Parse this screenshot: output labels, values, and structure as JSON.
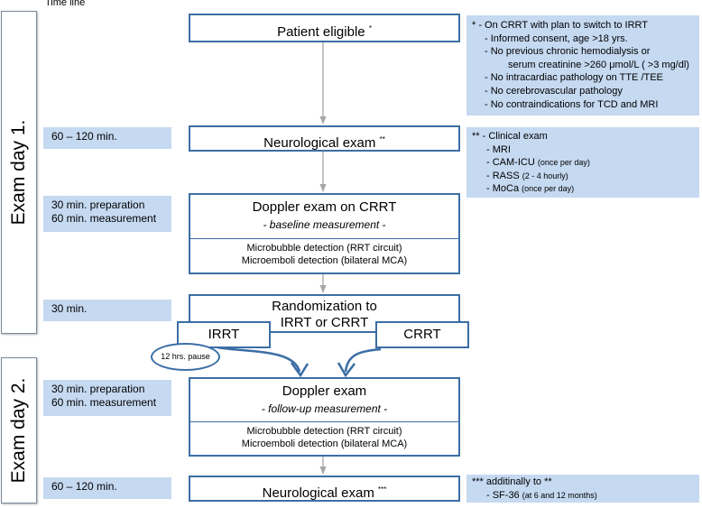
{
  "timeline_title": "Time line",
  "day_labels": {
    "day1": "Exam day 1.",
    "day2": "Exam day 2."
  },
  "time_boxes": {
    "neuro1": "60 – 120 min.",
    "doppler1_prep": "30 min. preparation",
    "doppler1_meas": "60 min. measurement",
    "randomization": "30 min.",
    "doppler2_prep": "30 min. preparation",
    "doppler2_meas": "60 min. measurement",
    "neuro2": "60 – 120 min."
  },
  "nodes": {
    "patient_eligible": {
      "title": "Patient eligible",
      "mark": "*"
    },
    "neuro_exam_1": {
      "title": "Neurological exam",
      "mark": "**"
    },
    "doppler_crrt": {
      "title": "Doppler exam on CRRT",
      "subtitle": "- baseline measurement -",
      "detail_1": "Microbubble detection (RRT circuit)",
      "detail_2": "Microemboli detection (bilateral MCA)"
    },
    "randomization": {
      "line_1": "Randomization to",
      "line_2": "IRRT or CRRT"
    },
    "irrt": "IRRT",
    "crrt": "CRRT",
    "pause": "12 hrs. pause",
    "doppler_followup": {
      "title": "Doppler exam",
      "subtitle": "- follow-up measurement -",
      "detail_1": "Microbubble detection (RRT circuit)",
      "detail_2": "Microemboli detection (bilateral MCA)"
    },
    "neuro_exam_2": {
      "title": "Neurological exam",
      "mark": "***"
    }
  },
  "notes": {
    "eligibility": [
      "*  - On CRRT with plan to switch to IRRT",
      "- Informed consent, age >18 yrs.",
      "- No previous chronic hemodialysis or",
      "serum creatinine >260 μmol/L ( >3  mg/dl)",
      "- No intracardiac pathology on TTE /TEE",
      "- No cerebrovascular pathology",
      "- No contraindications for TCD and MRI"
    ],
    "clinical": {
      "header": "** - Clinical exam",
      "mri": "- MRI",
      "cam": "- CAM-ICU",
      "cam_note": "(once per day)",
      "rass": "- RASS",
      "rass_note": "(2 - 4 hourly)",
      "moca": "- MoCa",
      "moca_note": "(once per day)"
    },
    "additional": {
      "header": "*** additinally to **",
      "sf": "- SF-36",
      "sf_note": "(at 6 and 12 months)"
    }
  },
  "colors": {
    "box_border": "#3b6ea5",
    "note_fill": "#c5d9f1",
    "arrow": "#a6a6a6",
    "curve": "#3b6ea5"
  }
}
